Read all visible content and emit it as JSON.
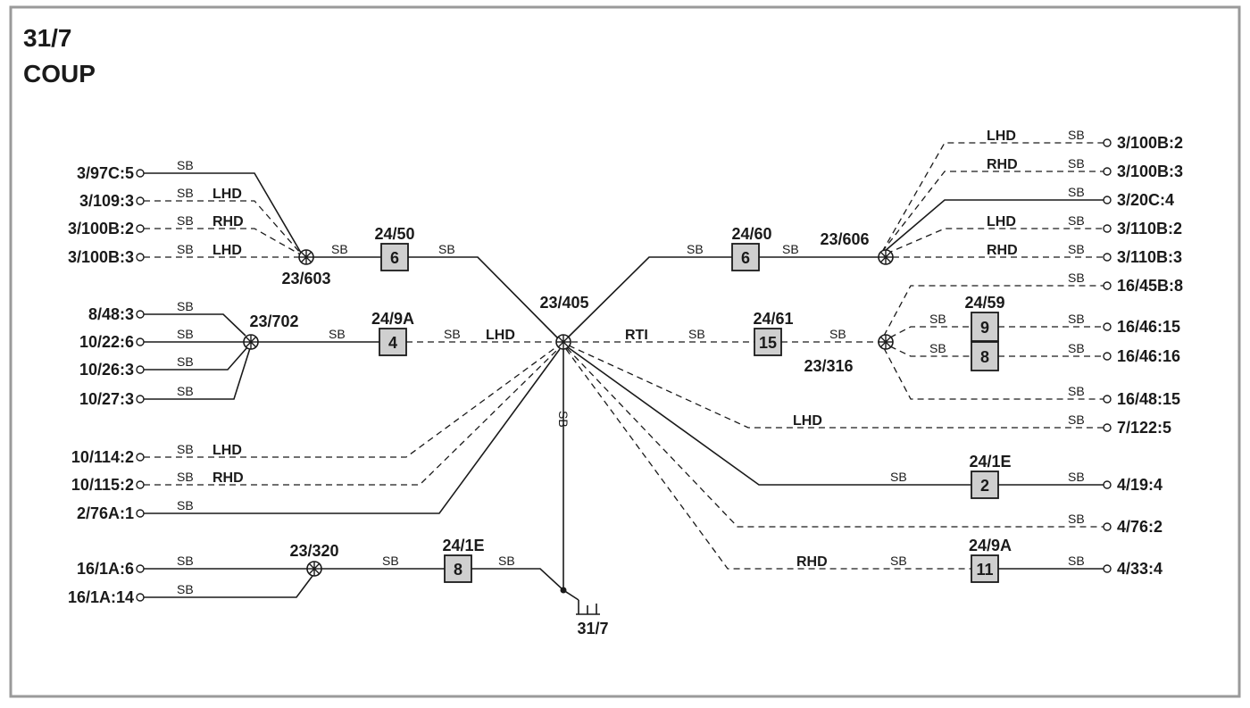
{
  "title": {
    "line1": "31/7",
    "line2": "COUP"
  },
  "ground": {
    "label": "31/7"
  },
  "splices": {
    "s603": "23/603",
    "s702": "23/702",
    "s405": "23/405",
    "s606": "23/606",
    "s316": "23/316",
    "s320": "23/320"
  },
  "components": {
    "c2450": {
      "name": "24/50",
      "num": "6"
    },
    "c249a_left": {
      "name": "24/9A",
      "num": "4"
    },
    "c2460": {
      "name": "24/60",
      "num": "6"
    },
    "c2461": {
      "name": "24/61",
      "num": "15"
    },
    "c2459": {
      "name": "24/59",
      "num_top": "9",
      "num_bottom": "8"
    },
    "c241e_right": {
      "name": "24/1E",
      "num": "2"
    },
    "c249a_right": {
      "name": "24/9A",
      "num": "11"
    },
    "c241e_bottom": {
      "name": "24/1E",
      "num": "8"
    }
  },
  "connectors": {
    "l1": "3/97C:5",
    "l2": "3/109:3",
    "l3": "3/100B:2",
    "l4": "3/100B:3",
    "l5": "8/48:3",
    "l6": "10/22:6",
    "l7": "10/26:3",
    "l8": "10/27:3",
    "l9": "10/114:2",
    "l10": "10/115:2",
    "l11": "2/76A:1",
    "l12": "16/1A:6",
    "l13": "16/1A:14",
    "r1": "3/100B:2",
    "r2": "3/100B:3",
    "r3": "3/20C:4",
    "r4": "3/110B:2",
    "r5": "3/110B:3",
    "r6": "16/45B:8",
    "r7": "16/46:15",
    "r8": "16/46:16",
    "r9": "16/48:15",
    "r10": "7/122:5",
    "r11": "4/19:4",
    "r12": "4/76:2",
    "r13": "4/33:4"
  },
  "wire_color": "SB",
  "variants": {
    "lhd": "LHD",
    "rhd": "RHD",
    "rti": "RTI"
  }
}
